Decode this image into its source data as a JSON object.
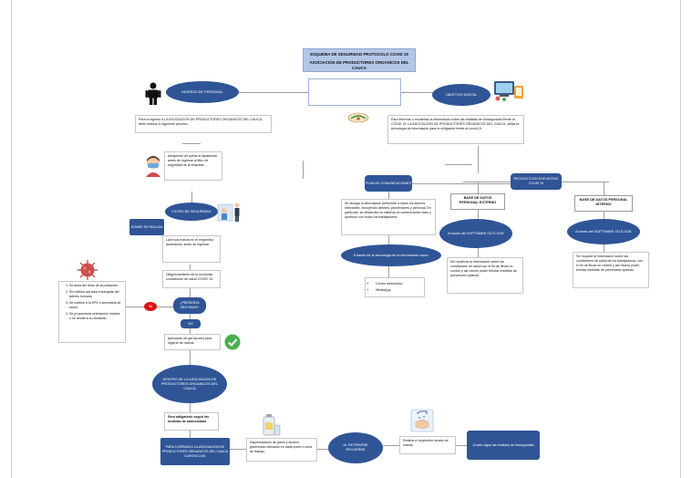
{
  "title": {
    "line1": "ESQUEMA DE SEGURIDAD PROTOCOLO COVID 19",
    "line2": "ASOCIACION DE PRODUCTORES ORGANICOS DEL CAUCA"
  },
  "left": {
    "ingreso": "INGRESO DE PERSONAL",
    "ingreso_text": "Para el ingreso a LA ASOCIACION DE PRODUCTORES ORGANICOS DEL CAUCA, debe realizar el siguiente proceso.",
    "asegurese": "Asegúrese de portar el tapabocas antes de ingresar al filtro de seguridad de la empresa.",
    "filtro": "FILTRO DE SEGURIDAD",
    "donde": "DONDE SE REALIZA",
    "lave": "Lave sus manos en el respectivo lavamanos, antes de ingresar.",
    "diligenciamiento": "Diligenciamiento de la encuesta condiciones de salud COVID 19.",
    "presenta": "¿PRESENTA SÍNTOMAS?",
    "si": "SI",
    "no": "NO",
    "aplicacion": "Aplicación de gel-alcohol para higiene de manos.",
    "symptom_steps": [
      "Se aísla del resto de la población.",
      "Se notifica ala área encargada del talento humano.",
      "Se notifica a la EPS o secretaria de salud.",
      "Se proporciona orientación médica o se remite a su domicilio"
    ],
    "dentro": "DENTRO DE LA ASOCIACION DE PRODUCTORES ORGANICOS DEL CAUCA",
    "obligatorio": "Sera obligatorio seguir las medidas de autocuidado",
    "para_lograrlo": "PARA LOGRARLO LA ASOCIACION DE PRODUCTORES ORGANICOS DEL CAUCA CUENTA CON:",
    "dispensadores": "Dispensadores de jabón y alcohol glicerinado ubicados en cada punto o zona de trabajo.",
    "al_retirarse": "AL RETIRARSE RECUERDE",
    "realiza": "Realiza el respectivo lavado de manos",
    "al_salir": "Al salir sigue las medidas de bioseguridad"
  },
  "right": {
    "objetivo": "OBJETIVO DIGITAL",
    "objetivo_text": "Para informar o recolectar la información sobre las medidas de bioseguridad frente al COVID 19, LA ASOCIACION DE PRODUCTORES ORGANICOS DEL CAUCA, utiliza la tecnología de información para la mitigación frente al covid-19.",
    "plan": "PLAN DE COMUNICACIONES",
    "recoleccion": "RECOLECCION ENCUESTAS COVID 19",
    "divulga": "Se divulga la información pertinente a todos los actores relevantes, incluyendo clientes, proveedores y personal. En particular, se desarrolla un sistema de comunicación claro y oportuno con todos los trabajadores.",
    "a_traves_tech": "A través de la tecnología de la información como:",
    "channels": [
      "Correo electrónico",
      "WhatsApp"
    ],
    "base_externo": "BASE DE DATOS PERSONAL EXTERNO",
    "base_interno": "BASE DE DATOS PERSONAL INTERNO",
    "software_ext": "A través del SOFTWARE OUTLOOK",
    "software_int": "A través del SOFTWARE OUTLOOK",
    "recolecta_ext": "Se recolecta la información sobre las condiciones de salud con el fin de llevar un control y así mismo poder brindar medidas de prevención óptimas.",
    "recopila_int": "Se recopila la información sobre las condiciones de salud de los trabajadores, con el fin de llevar un control y así mismo poder brindar medidas de prevención óptimas."
  },
  "colors": {
    "primary": "#2f5597",
    "title_bg": "#b4c6e7",
    "alert": "#e01010",
    "check": "#4caf50"
  }
}
